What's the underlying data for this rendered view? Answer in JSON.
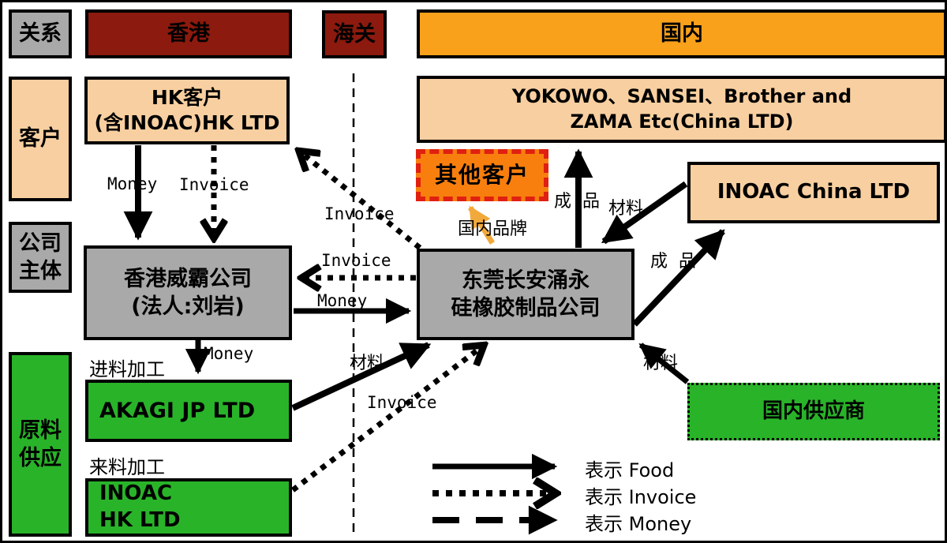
{
  "headers": {
    "relation": "关系",
    "hongkong": "香港",
    "customs": "海关",
    "domestic": "国内"
  },
  "row_labels": {
    "customer": "客户",
    "company_line1": "公司",
    "company_line2": "主体",
    "materials_line1": "原料",
    "materials_line2": "供应"
  },
  "boxes": {
    "hk_customer_line1": "HK客户",
    "hk_customer_line2": "(含INOAC)HK LTD",
    "china_customers_line1": "YOKOWO、SANSEI、Brother and",
    "china_customers_line2": "ZAMA Etc(China LTD)",
    "other_customers": "其他客户",
    "inoac_china": "INOAC China LTD",
    "hk_weiba_line1": "香港威霸公司",
    "hk_weiba_line2": "(法人:刘岩)",
    "dongguan_line1": "东莞长安涌永",
    "dongguan_line2": "硅橡胶制品公司",
    "akagi": "AKAGI JP LTD",
    "inoac_hk_line1": "INOAC",
    "inoac_hk_line2": "HK LTD",
    "domestic_supplier": "国内供应商"
  },
  "process_labels": {
    "import_processing": "进料加工",
    "supplied_processing": "来料加工",
    "domestic_brand": "国内品牌"
  },
  "flow_labels": {
    "money_hk_to_weiba": "Money",
    "invoice_hk_to_weiba": "Invoice",
    "invoice_dongguan_to_hkcustomer": "Invoice",
    "invoice_dongguan_to_weiba": "Invoice",
    "money_weiba_to_dongguan": "Money",
    "money_weiba_to_akagi": "Money",
    "material_akagi_to_dongguan": "材料",
    "invoice_inoachk_to_dongguan": "Invoice",
    "product_dongguan_to_chinacustomers": "成品",
    "material_inoacchina_to_dongguan": "材料",
    "product_dongguan_to_inoacchina": "成品",
    "material_supplier_to_dongguan": "材料"
  },
  "legend": {
    "food": "表示 Food",
    "invoice": "表示 Invoice",
    "money": "表示 Money"
  },
  "colors": {
    "dark_red": "#8C1A0E",
    "orange_header": "#F9A11B",
    "peach": "#F8CFA0",
    "gray": "#A9A9A9",
    "green": "#29B329",
    "highlight_orange": "#F87F0E",
    "highlight_border_red": "#E02010",
    "brand_arrow_orange": "#F2A93B"
  }
}
